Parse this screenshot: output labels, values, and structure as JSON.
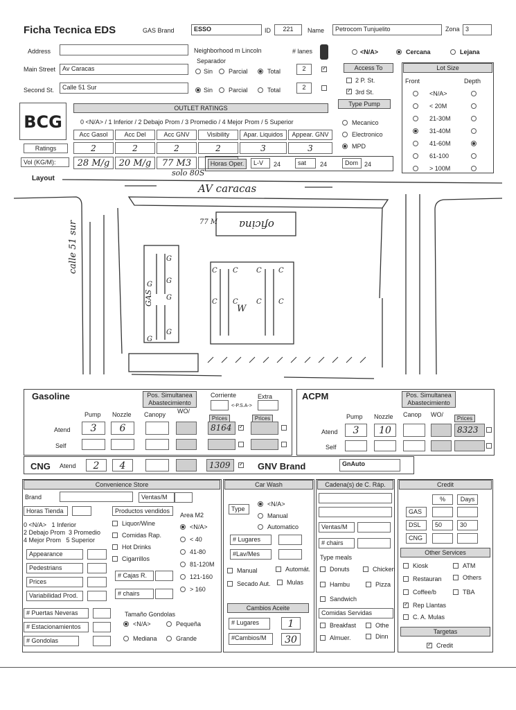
{
  "header": {
    "title": "Ficha Tecnica EDS",
    "gas_brand_label": "GAS Brand",
    "gas_brand": "ESSO",
    "id_label": "ID",
    "id": "221",
    "name_label": "Name",
    "name": "Petrocom Tunjuelito",
    "zona_label": "Zona",
    "zona": "3"
  },
  "address": {
    "label": "Address",
    "neighborhood_label": "Neighborhood",
    "neighborhood": "m Lincoln",
    "lanes_label": "# lanes",
    "separador_label": "Separador",
    "main_street_label": "Main Street",
    "main_street": "Av Caracas",
    "second_st_label": "Second St.",
    "second_st": "Calle 51 Sur",
    "sin": "Sin",
    "parcial": "Parcial",
    "total": "Total",
    "lanes_main": "2",
    "lanes_second": "2"
  },
  "location": {
    "na": "<N/A>",
    "cercana": "Cercana",
    "lejana": "Lejana"
  },
  "access": {
    "title": "Access To",
    "two_p": "2 P. St.",
    "third": "3rd St.",
    "type_pump": "Type Pump",
    "mecanico": "Mecanico",
    "electronico": "Electronico",
    "mpd": "MPD"
  },
  "lot": {
    "title": "Lot Size",
    "front": "Front",
    "depth": "Depth",
    "options": [
      "<N/A>",
      "< 20M",
      "21-30M",
      "31-40M",
      "41-60M",
      "61-100",
      "> 100M"
    ]
  },
  "logo": "BCG",
  "ratings": {
    "title": "OUTLET RATINGS",
    "scale": "0 <N/A> / 1 Inferior / 2 Debajo Prom / 3 Promedio / 4 Mejor Prom / 5 Superior",
    "cols": [
      "Acc Gasol",
      "Acc Del",
      "Acc GNV",
      "Visibility",
      "Apar. Liquidos",
      "Appear. GNV"
    ],
    "ratings_label": "Ratings",
    "values": [
      "2",
      "2",
      "2",
      "2",
      "3",
      "3"
    ],
    "vol_label": "Vol (KG/M):",
    "vol": [
      "28 M/g",
      "20 M/g",
      "77 M3"
    ],
    "horas": "Horas Oper.",
    "lv": "L-V",
    "lv_val": "24",
    "sat": "sat",
    "sat_val": "24",
    "dom": "Dom",
    "dom_val": "24",
    "solo": "solo 80S"
  },
  "layout": {
    "label": "Layout",
    "street_top": "AV caracas",
    "street_left": "calle 51 sur",
    "oficina": "oficina",
    "gas_label": "GAS",
    "g_labels": [
      "G",
      "G",
      "G",
      "G",
      "G",
      "G"
    ],
    "c_labels": [
      "C",
      "C",
      "C",
      "C",
      "C",
      "C",
      "C",
      "C"
    ],
    "w_label": "W",
    "box_label": "77 M"
  },
  "gasoline": {
    "title": "Gasoline",
    "pos": "Pos. Simultanea Abastecimiento",
    "corriente": "Corriente",
    "extra": "Extra",
    "psa": "<-P.S.A->",
    "pump": "Pump",
    "nozzle": "Nozzle",
    "canopy": "Canopy",
    "wo": "WO/",
    "prices": "Prices",
    "atend": "Atend",
    "self": "Self",
    "pump_val": "3",
    "nozzle_val": "6",
    "price_val": "8164"
  },
  "acpm": {
    "title": "ACPM",
    "pos": "Pos. Simultanea Abastecimiento",
    "pump": "Pump",
    "nozzle": "Nozzle",
    "canop": "Canop",
    "wo": "WO/",
    "prices": "Prices",
    "atend": "Atend",
    "self": "Self",
    "pump_val": "3",
    "nozzle_val": "10",
    "price_val": "8323"
  },
  "cng": {
    "title": "CNG",
    "atend": "Atend",
    "pump_val": "2",
    "nozzle_val": "4",
    "price_val": "1309",
    "gnv_brand_label": "GNV Brand",
    "gnv_brand": "GnAuto"
  },
  "store": {
    "title": "Convenience Store",
    "brand": "Brand",
    "ventas": "Ventas/M",
    "horas": "Horas Tienda",
    "productos": "Productos vendidos",
    "area": "Area M2",
    "scale": "0 <N/A>   1 Inferior\n2 Debajo Prom  3 Promedio\n4 Mejor Prom   5 Superior",
    "items": [
      "Liquor/Wine",
      "Comidas Rap.",
      "Hot Drinks",
      "Cigarrillos"
    ],
    "areas": [
      "<N/A>",
      "< 40",
      "41-80",
      "81-120M",
      "121-160",
      "> 160"
    ],
    "ratings": [
      "Appearance",
      "Pedestrians",
      "Prices",
      "Variabilidad Prod."
    ],
    "cajas": "# Cajas R.",
    "chairs": "# chairs",
    "puertas": "# Puertas Neveras",
    "estacion": "# Estacionamientos",
    "gondolas": "# Gondolas",
    "tamano": "Tamaño Gondolas",
    "t_na": "<N/A>",
    "pequena": "Pequeña",
    "mediana": "Mediana",
    "grande": "Grande"
  },
  "carwash": {
    "title": "Car Wash",
    "type": "Type",
    "na": "<N/A>",
    "manual": "Manual",
    "auto": "Automatico",
    "lugares": "# Lugares",
    "lavmes": "#Lav/Mes",
    "manual2": "Manual",
    "automat": "Automát.",
    "secado": "Secado Aut.",
    "mulas": "Mulas"
  },
  "cambios": {
    "title": "Cambios Aceite",
    "lugares": "# Lugares",
    "lugares_val": "1",
    "cambios": "#Cambios/M",
    "cambios_val": "30"
  },
  "cadena": {
    "title": "Cadena(s) de C. Ráp.",
    "ventas": "Ventas/M",
    "chairs": "# chairs",
    "type_meals": "Type meals",
    "donuts": "Donuts",
    "chicken": "Chicken",
    "hambu": "Hambu",
    "pizza": "Pizza",
    "sandwich": "Sandwich",
    "comidas": "Comidas Servidas",
    "breakfast": "Breakfast",
    "othe": "Othe",
    "almuer": "Almuer.",
    "dinn": "Dinn"
  },
  "credit": {
    "title": "Credit",
    "pct": "%",
    "days": "Days",
    "gas": "GAS",
    "dsl": "DSL",
    "cng": "CNG",
    "dsl_pct": "50",
    "dsl_days": "30",
    "other": "Other Services",
    "kiosk": "Kiosk",
    "atm": "ATM",
    "restauran": "Restauran",
    "others": "Others",
    "coffee": "Coffee/b",
    "tba": "TBA",
    "rep": "Rep Llantas",
    "ca": "C. A. Mulas",
    "targetas": "Targetas",
    "credit": "Credit"
  }
}
